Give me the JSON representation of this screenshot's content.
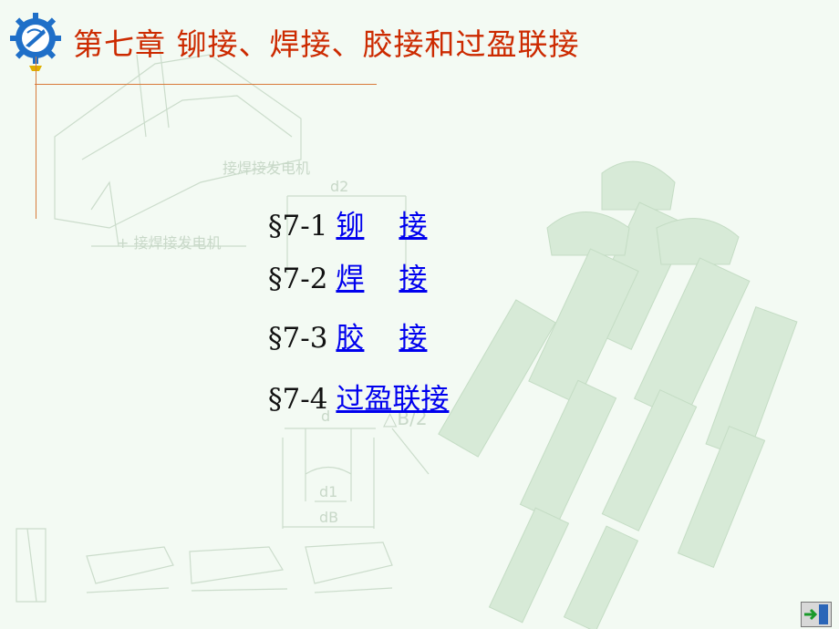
{
  "header": {
    "title": "第七章  铆接、焊接、胶接和过盈联接"
  },
  "toc": [
    {
      "number": "§7-1",
      "char1": "铆",
      "char2": "接"
    },
    {
      "number": "§7-2",
      "char1": "焊",
      "char2": "接"
    },
    {
      "number": "§7-3",
      "char1": "胶",
      "char2": "接"
    },
    {
      "number": "§7-4",
      "full": "过盈联接"
    }
  ],
  "background_labels": {
    "label_top": "接焊接发电机",
    "label_bottom": "+ 接焊接发电机",
    "dim_d2": "d2",
    "dim_d": "d",
    "dim_b2": "△B/2",
    "dim_d1": "d1",
    "dim_db": "dB"
  },
  "colors": {
    "background": "#f3faf3",
    "title": "#cc2a00",
    "link": "#0000ee",
    "rule": "#d87a3a",
    "watermark": "#cfe6cf"
  },
  "icons": {
    "logo": "gear-emblem-icon",
    "exit": "exit-door-icon"
  }
}
